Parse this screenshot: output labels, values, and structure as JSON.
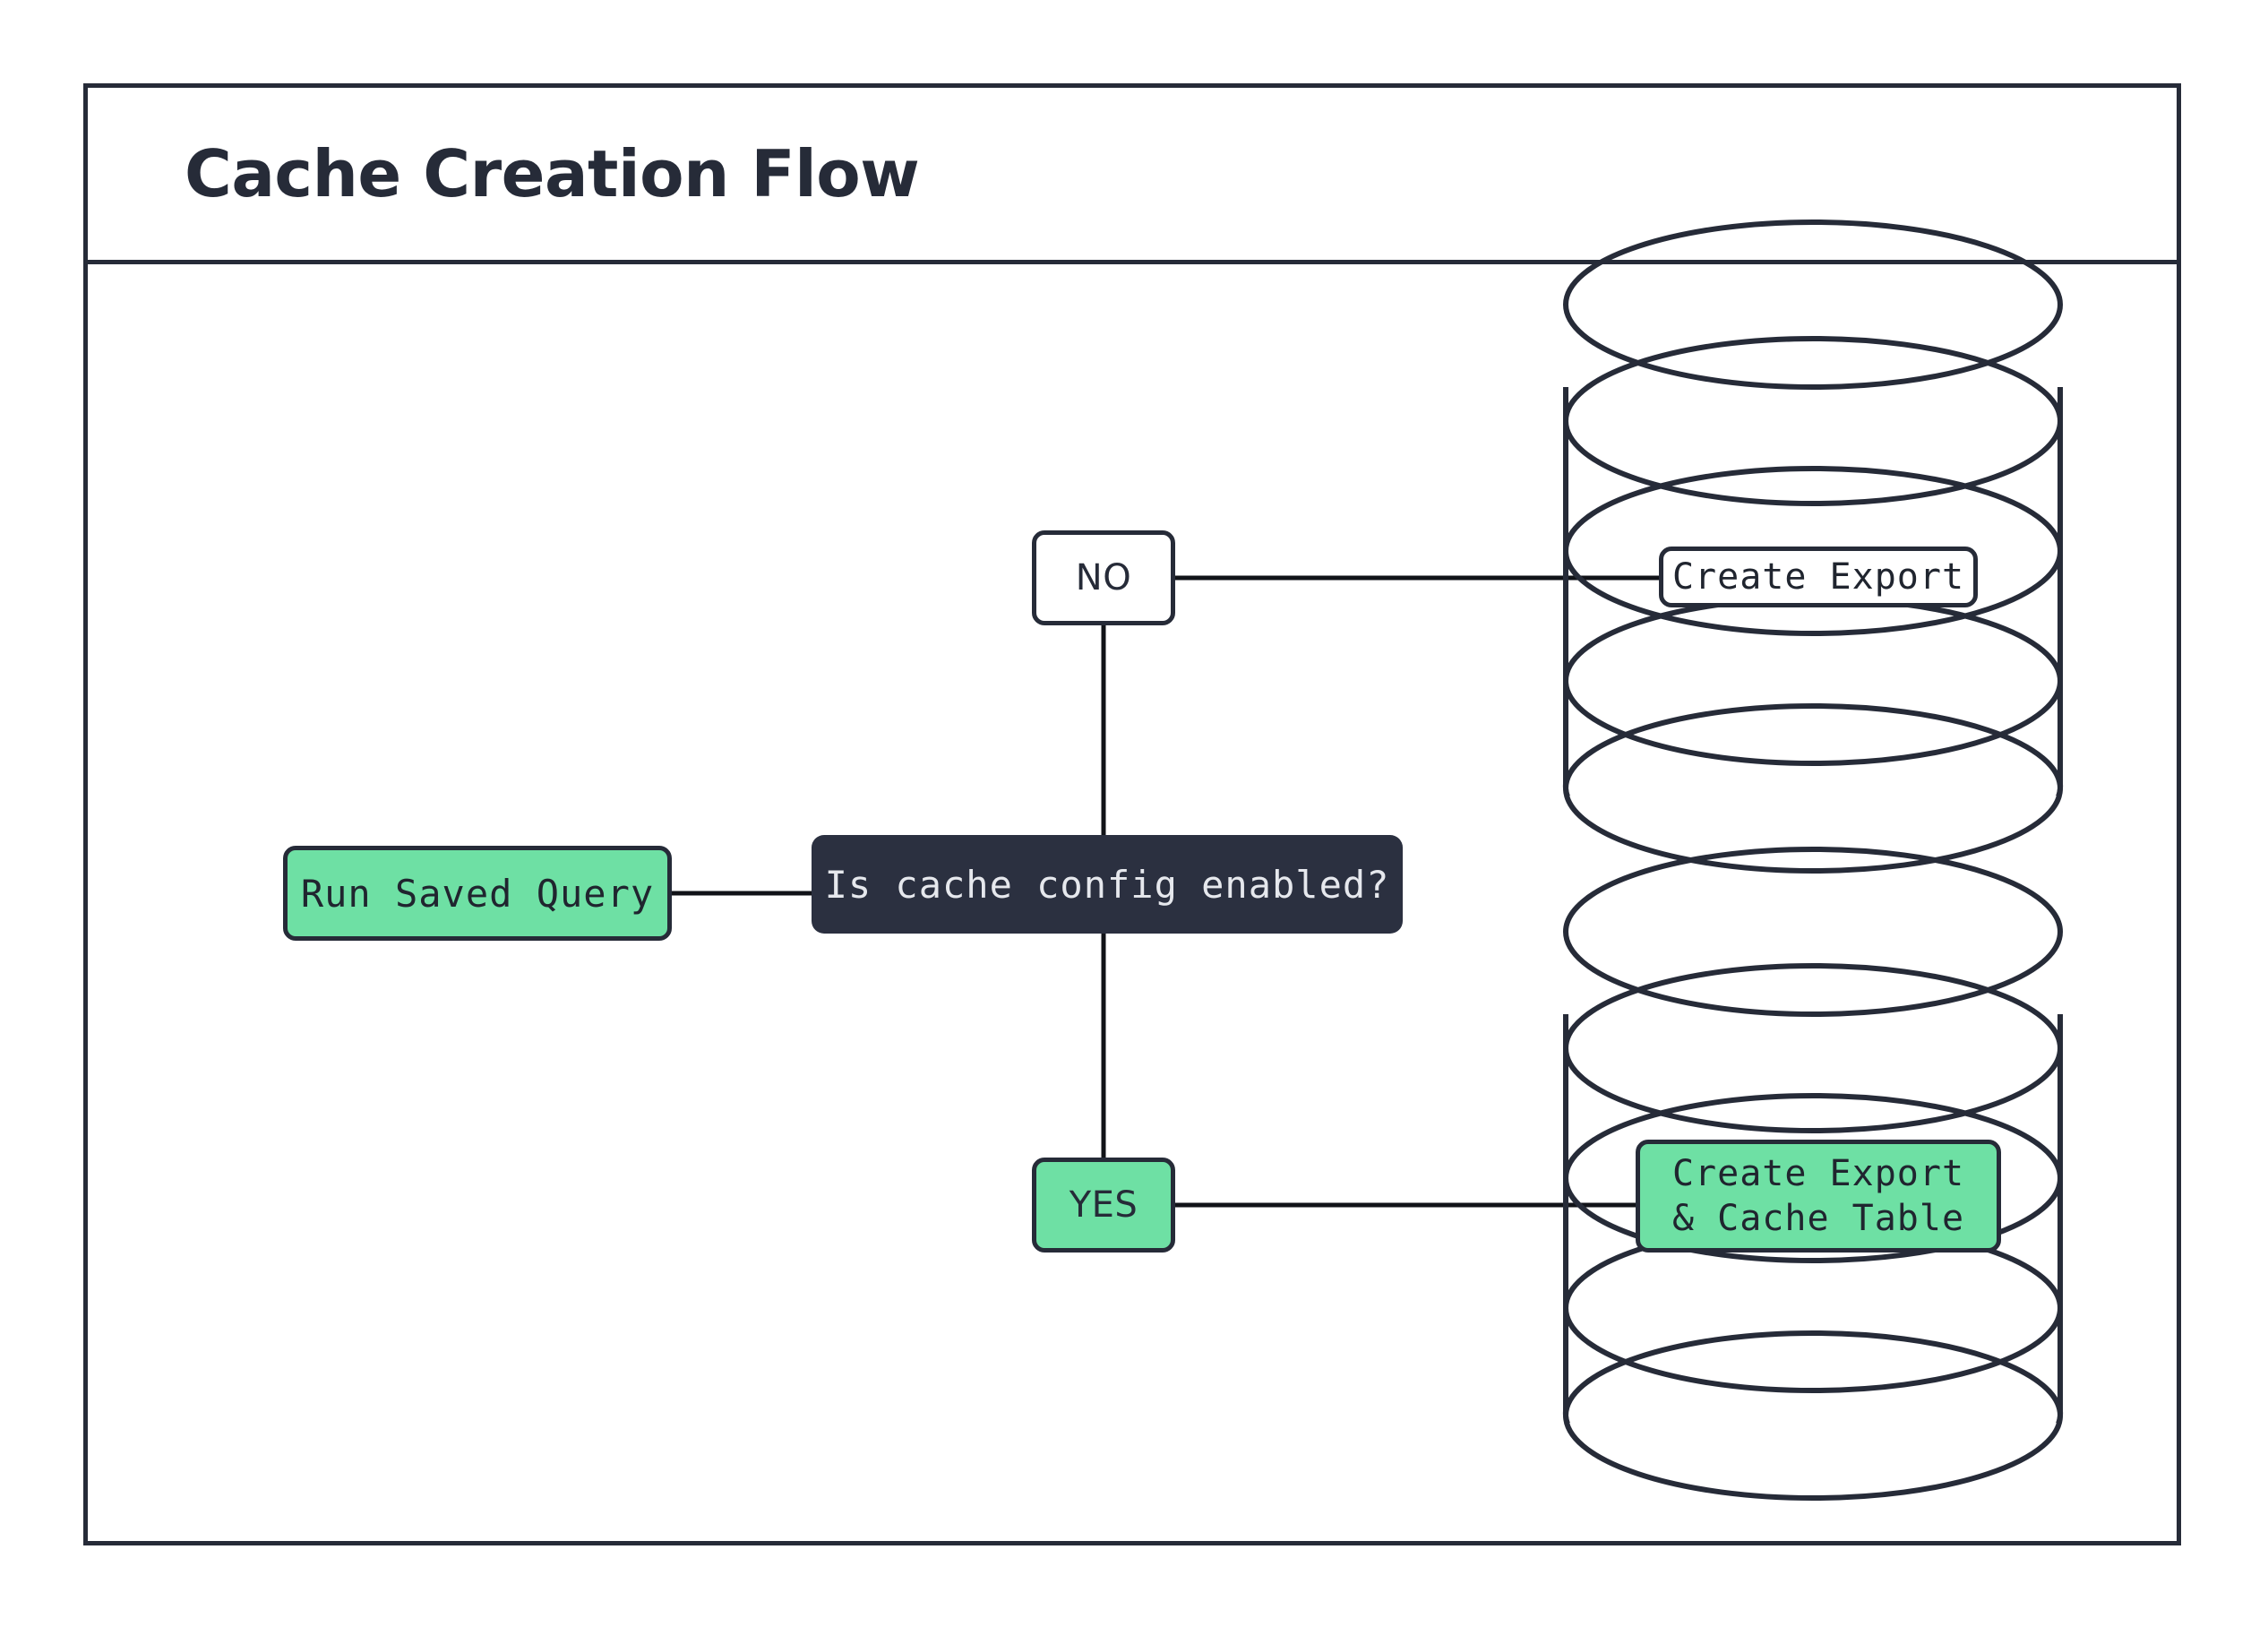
{
  "diagram": {
    "title": "Cache Creation Flow",
    "type": "flowchart",
    "colors": {
      "accent_green": "#6ee0a4",
      "dark_navy": "#2b3040",
      "stroke": "#262b38",
      "background": "#ffffff",
      "light_text": "#e6e8ed"
    },
    "nodes": [
      {
        "id": "run-saved-query",
        "label": "Run Saved Query",
        "shape": "rounded-rect",
        "fill": "green"
      },
      {
        "id": "decision-cache-config",
        "label": "Is cache config enabled?",
        "shape": "rounded-rect",
        "fill": "dark"
      },
      {
        "id": "branch-no",
        "label": "NO",
        "shape": "rounded-rect",
        "fill": "white"
      },
      {
        "id": "branch-yes",
        "label": "YES",
        "shape": "rounded-rect",
        "fill": "green"
      },
      {
        "id": "database-export",
        "label": "Create Export",
        "shape": "cylinder",
        "fill": "white"
      },
      {
        "id": "database-export-cache",
        "label_line_1": "Create Export",
        "label_line_2": "& Cache Table",
        "shape": "cylinder",
        "fill": "green"
      }
    ],
    "edges": [
      {
        "from": "run-saved-query",
        "to": "decision-cache-config"
      },
      {
        "from": "decision-cache-config",
        "to": "branch-no"
      },
      {
        "from": "branch-no",
        "to": "database-export"
      },
      {
        "from": "decision-cache-config",
        "to": "branch-yes"
      },
      {
        "from": "branch-yes",
        "to": "database-export-cache"
      }
    ]
  }
}
